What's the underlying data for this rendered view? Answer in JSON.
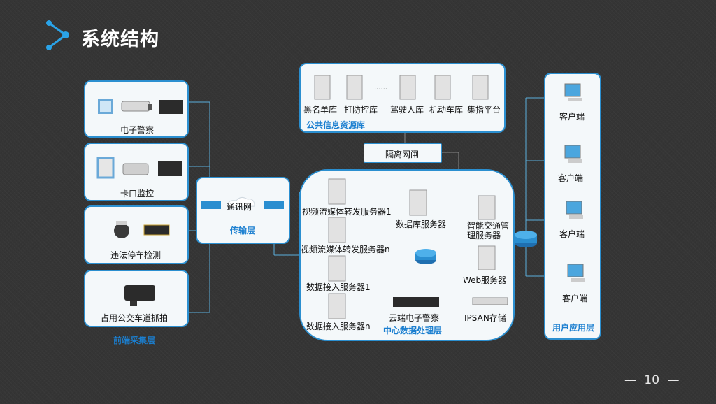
{
  "title": "系统结构",
  "page_number": "10",
  "page_number_dash": "—",
  "front": {
    "e_police": "电子警察",
    "checkpoint": "卡口监控",
    "parking": "违法停车检测",
    "bus_lane": "占用公交车道抓拍",
    "layer": "前端采集层"
  },
  "transport": {
    "network": "通讯网",
    "layer": "传输层"
  },
  "public_db": {
    "items": [
      "黑名单库",
      "打防控库",
      "驾驶人库",
      "机动车库",
      "集指平台"
    ],
    "ellipsis": "......",
    "layer": "公共信息资源库"
  },
  "gateway": "隔离网闸",
  "center": {
    "video1": "视频流媒体转发服务器1",
    "videon": "视频流媒体转发服务器n",
    "access1": "数据接入服务器1",
    "accessn": "数据接入服务器n",
    "db_server": "数据库服务器",
    "its_server": "智能交通管理服务器",
    "web_server": "Web服务器",
    "cloud": "云端电子警察",
    "ipsan": "IPSAN存储",
    "layer": "中心数据处理层"
  },
  "user": {
    "client": "客户端",
    "layer": "用户应用层"
  }
}
